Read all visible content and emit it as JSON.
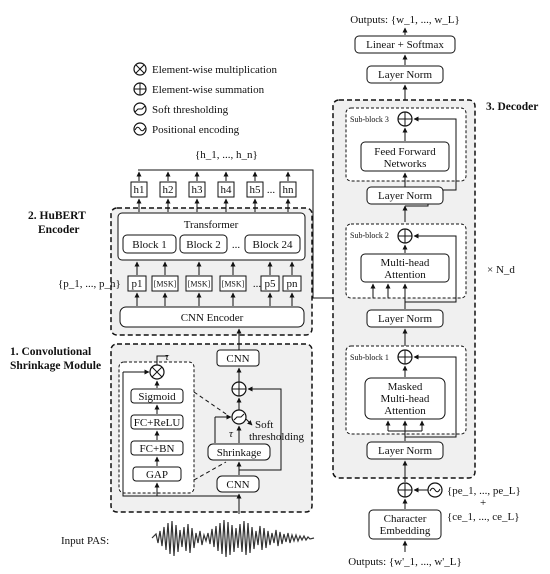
{
  "legend": {
    "mult": "Element-wise multiplication",
    "sum": "Element-wise summation",
    "soft": "Soft thresholding",
    "pos": "Positional encoding"
  },
  "hubert": {
    "title_l1": "2. HuBERT",
    "title_l2": "Encoder",
    "outputs": "{h_1, ..., h_n}",
    "h_labels": [
      "h1",
      "h2",
      "h3",
      "h4",
      "h5",
      "...",
      "hn"
    ],
    "transformer": "Transformer",
    "block1": "Block 1",
    "block2": "Block 2",
    "block_dots": "...",
    "block24": "Block 24",
    "p_labels": [
      "p1",
      "[MSK]",
      "[MSK]",
      "[MSK]",
      "...",
      "p5",
      "pn"
    ],
    "inputs": "{p_1, ..., p_n}",
    "cnn_encoder": "CNN Encoder"
  },
  "shrinkage": {
    "title_l1": "1. Convolutional",
    "title_l2": "Shrinkage Module",
    "tau": "τ",
    "sigmoid": "Sigmoid",
    "fc_relu": "FC+ReLU",
    "fc_bn": "FC+BN",
    "gap": "GAP",
    "cnn_top": "CNN",
    "cnn_bottom": "CNN",
    "shrinkage": "Shrinkage",
    "soft_l1": "Soft",
    "soft_l2": "thresholding",
    "input_label": "Input PAS:"
  },
  "decoder": {
    "title": "3. Decoder",
    "outputs_top": "Outputs: {w_1, ..., w_L}",
    "linear_softmax": "Linear + Softmax",
    "layer_norm": "Layer Norm",
    "sub3": "Sub-block 3",
    "ffn_l1": "Feed Forward",
    "ffn_l2": "Networks",
    "sub2": "Sub-block 2",
    "mha_l1": "Multi-head",
    "mha_l2": "Attention",
    "sub1": "Sub-block 1",
    "mmha_l1": "Masked",
    "mmha_l2": "Multi-head",
    "mmha_l3": "Attention",
    "nd": "× N_d",
    "pe": "{pe_1, ..., pe_L}",
    "plus": "+",
    "ce": "{ce_1, ..., ce_L}",
    "char_l1": "Character",
    "char_l2": "Embedding",
    "outputs_bottom": "Outputs: {w'_1, ..., w'_L}"
  }
}
